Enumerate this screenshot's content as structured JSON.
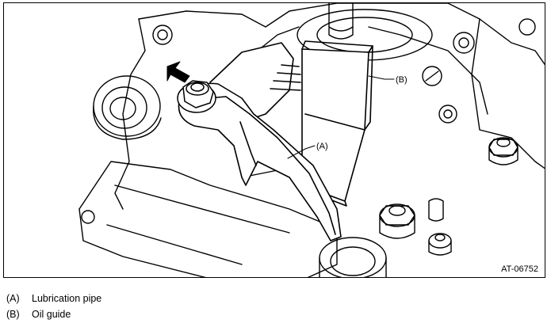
{
  "figure": {
    "id": "AT-06752",
    "callouts": {
      "a": "(A)",
      "b": "(B)"
    }
  },
  "legend": [
    {
      "tag": "(A)",
      "label": "Lubrication pipe"
    },
    {
      "tag": "(B)",
      "label": "Oil guide"
    }
  ]
}
